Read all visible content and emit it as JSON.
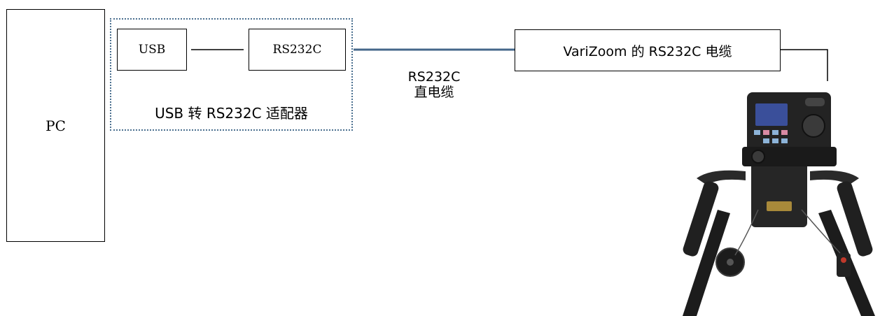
{
  "diagram": {
    "pc_label": "PC",
    "usb_label": "USB",
    "rs232c_label": "RS232C",
    "adapter_label": "USB 转 RS232C 适配器",
    "cable_label_line1": "RS232C",
    "cable_label_line2": "直电缆",
    "varizoom_cable_label": "VariZoom 的 RS232C 电缆"
  },
  "colors": {
    "line": "#000000",
    "straight_cable": "#44678a",
    "group_border": "#4a6f8f"
  }
}
